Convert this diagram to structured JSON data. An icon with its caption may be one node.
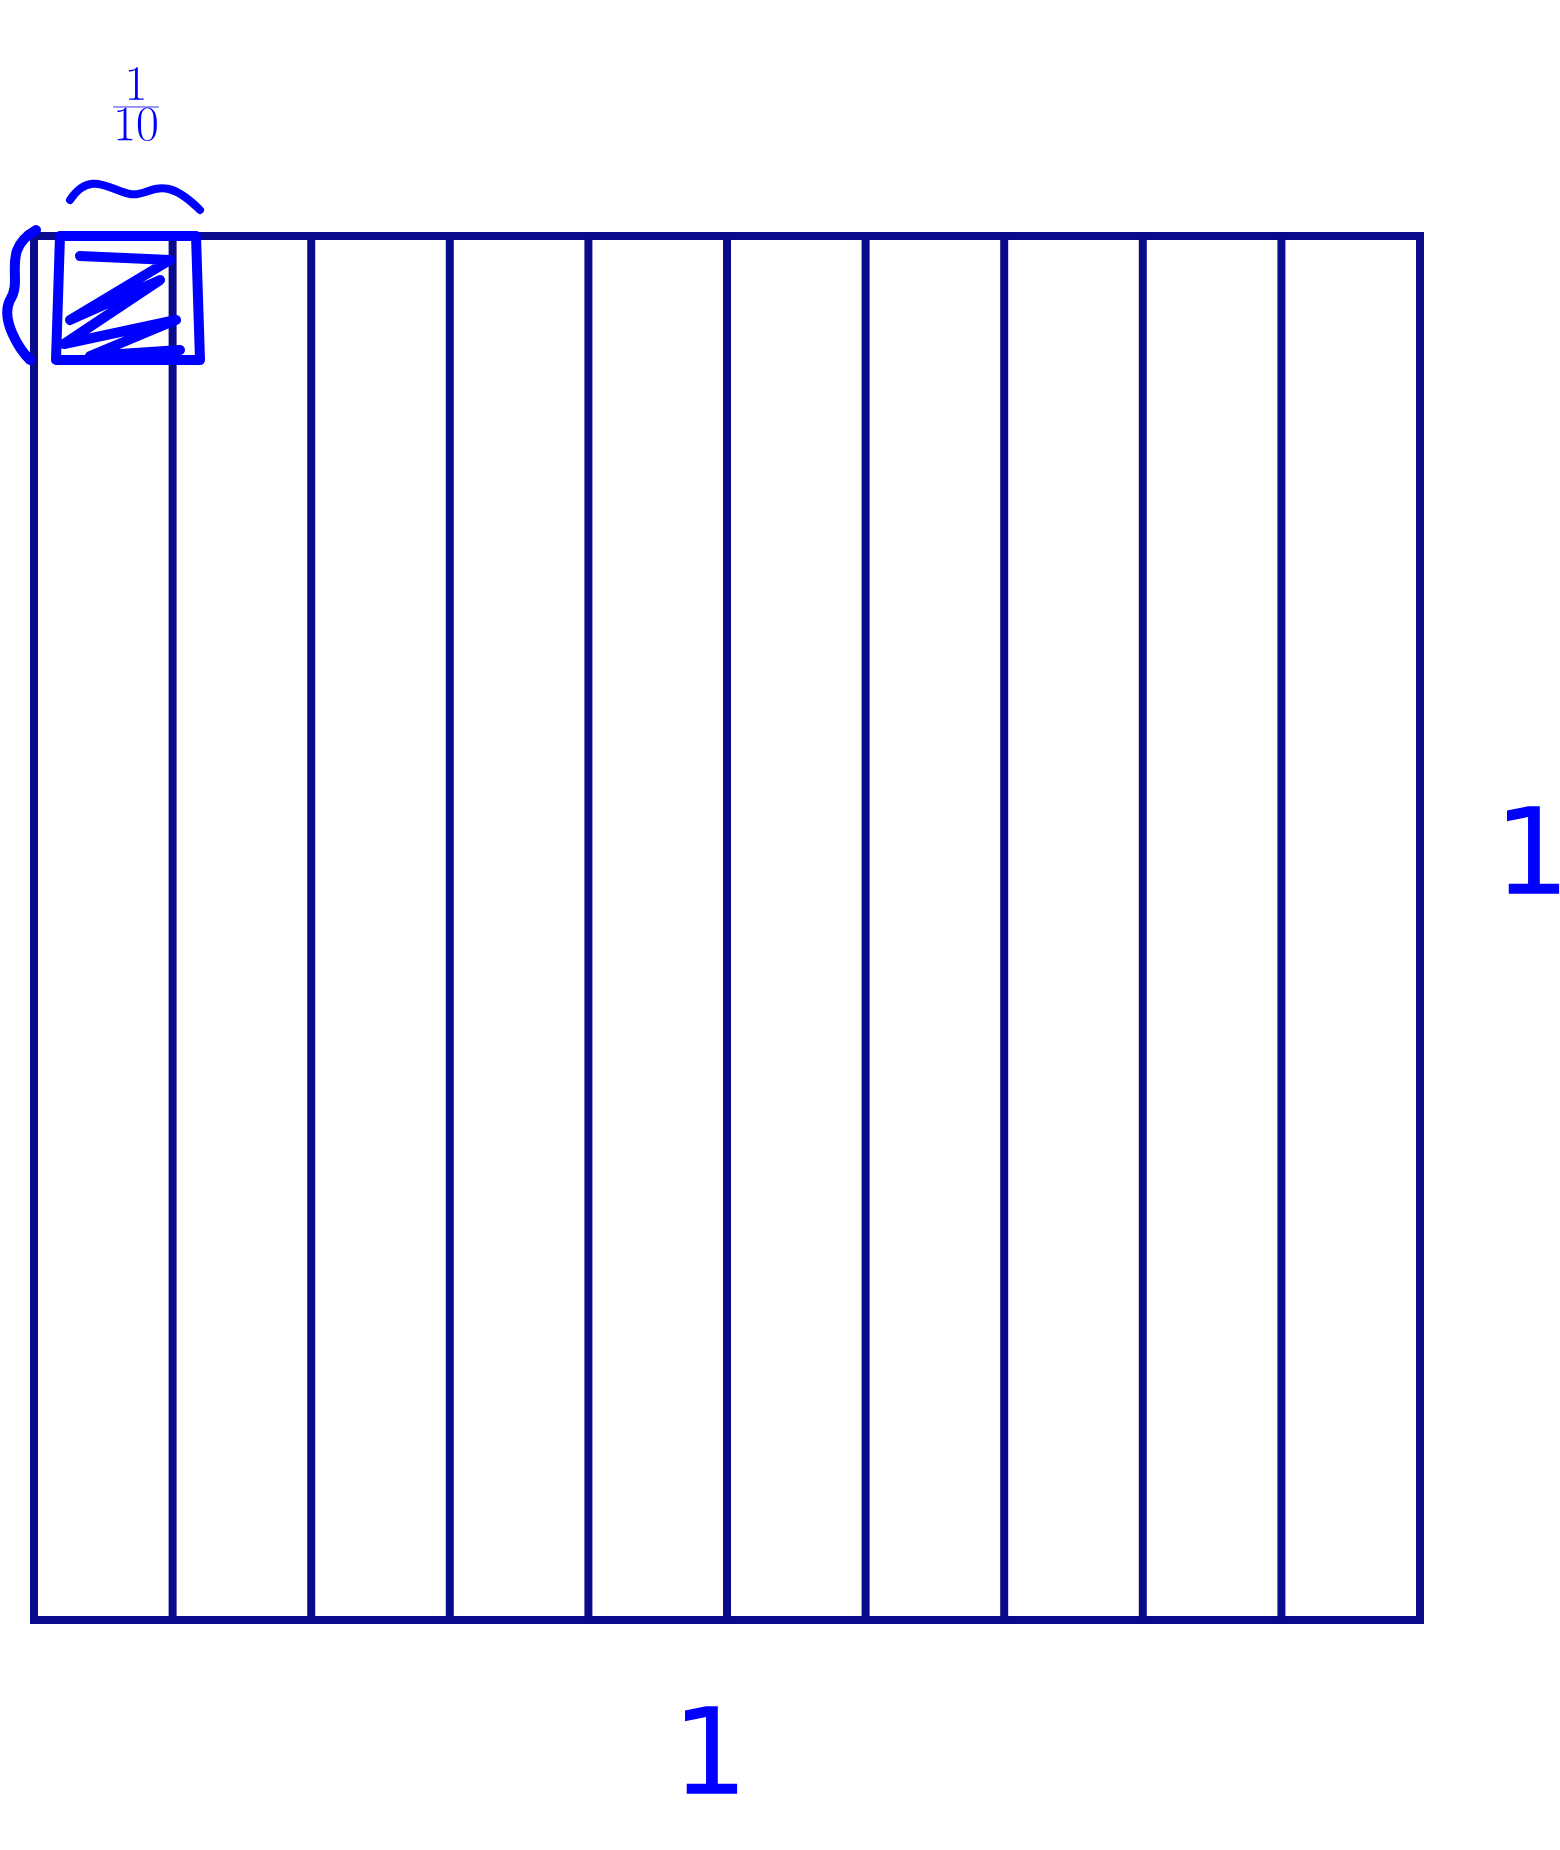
{
  "diagram": {
    "labels": [
      "\\frac{1}{10}",
      "1",
      "1"
    ]
  }
}
